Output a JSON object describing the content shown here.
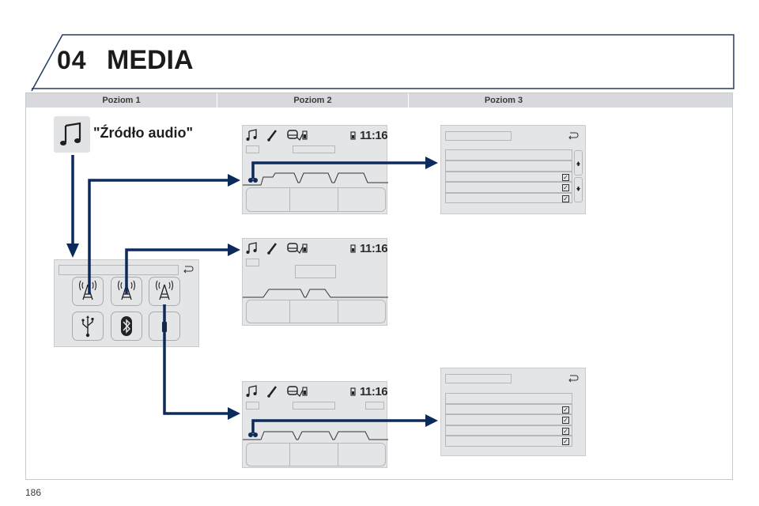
{
  "header": {
    "chapter_number": "04",
    "chapter_title": "MEDIA"
  },
  "levels": [
    "Poziom 1",
    "Poziom 2",
    "Poziom 3"
  ],
  "source": {
    "label": "\"Źródło audio\"",
    "icon": "music-note-icon"
  },
  "screens": {
    "clock": "11:16",
    "status_icons": [
      "music-note-icon",
      "phone-icon",
      "car-icon",
      "phone-battery-icon"
    ],
    "back_icon": "return-arrow-icon"
  },
  "source_menu": {
    "buttons": [
      "radio-tower-icon",
      "radio-tower-icon",
      "radio-tower-icon",
      "usb-icon",
      "bluetooth-icon",
      "aux-jack-icon"
    ]
  },
  "footer": {
    "page_number": "186"
  },
  "colors": {
    "arrow": "#0d2a5c",
    "panel": "#e4e5e7",
    "level_bar": "#d7d9dc"
  }
}
